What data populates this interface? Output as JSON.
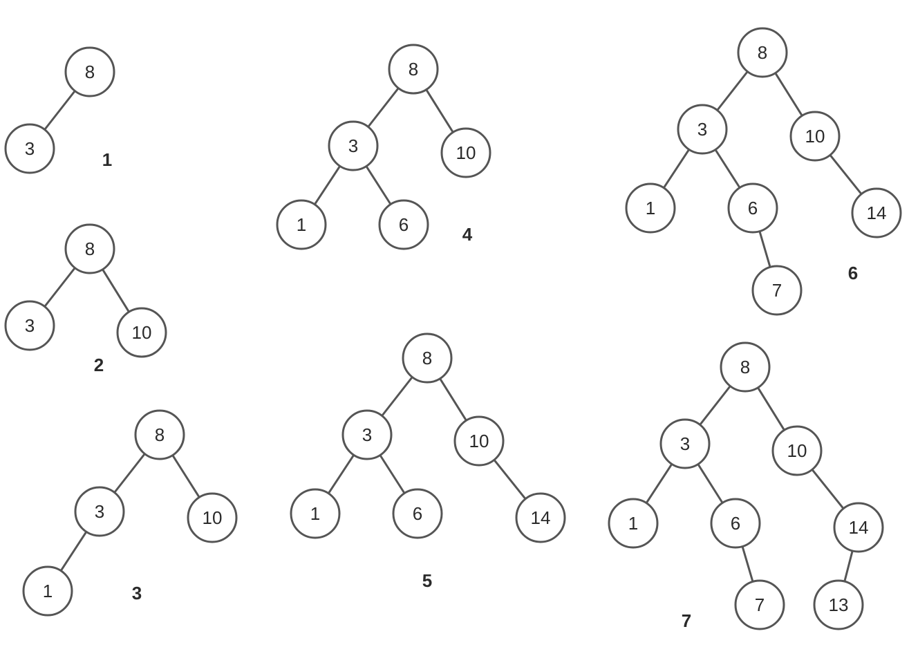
{
  "colors": {
    "stroke": "#555555",
    "text": "#2a2a2a",
    "background": "#ffffff",
    "node_fill": "#ffffff"
  },
  "trees": [
    {
      "step": "1",
      "nodes": [
        {
          "id": "a",
          "value": "8"
        },
        {
          "id": "b",
          "value": "3"
        }
      ],
      "edges": [
        [
          "a",
          "b"
        ]
      ]
    },
    {
      "step": "2",
      "nodes": [
        {
          "id": "a",
          "value": "8"
        },
        {
          "id": "b",
          "value": "3"
        },
        {
          "id": "c",
          "value": "10"
        }
      ],
      "edges": [
        [
          "a",
          "b"
        ],
        [
          "a",
          "c"
        ]
      ]
    },
    {
      "step": "3",
      "nodes": [
        {
          "id": "a",
          "value": "8"
        },
        {
          "id": "b",
          "value": "3"
        },
        {
          "id": "c",
          "value": "10"
        },
        {
          "id": "d",
          "value": "1"
        }
      ],
      "edges": [
        [
          "a",
          "b"
        ],
        [
          "a",
          "c"
        ],
        [
          "b",
          "d"
        ]
      ]
    },
    {
      "step": "4",
      "nodes": [
        {
          "id": "a",
          "value": "8"
        },
        {
          "id": "b",
          "value": "3"
        },
        {
          "id": "c",
          "value": "10"
        },
        {
          "id": "d",
          "value": "1"
        },
        {
          "id": "e",
          "value": "6"
        }
      ],
      "edges": [
        [
          "a",
          "b"
        ],
        [
          "a",
          "c"
        ],
        [
          "b",
          "d"
        ],
        [
          "b",
          "e"
        ]
      ]
    },
    {
      "step": "5",
      "nodes": [
        {
          "id": "a",
          "value": "8"
        },
        {
          "id": "b",
          "value": "3"
        },
        {
          "id": "c",
          "value": "10"
        },
        {
          "id": "d",
          "value": "1"
        },
        {
          "id": "e",
          "value": "6"
        },
        {
          "id": "f",
          "value": "14"
        }
      ],
      "edges": [
        [
          "a",
          "b"
        ],
        [
          "a",
          "c"
        ],
        [
          "b",
          "d"
        ],
        [
          "b",
          "e"
        ],
        [
          "c",
          "f"
        ]
      ]
    },
    {
      "step": "6",
      "nodes": [
        {
          "id": "a",
          "value": "8"
        },
        {
          "id": "b",
          "value": "3"
        },
        {
          "id": "c",
          "value": "10"
        },
        {
          "id": "d",
          "value": "1"
        },
        {
          "id": "e",
          "value": "6"
        },
        {
          "id": "f",
          "value": "14"
        },
        {
          "id": "g",
          "value": "7"
        }
      ],
      "edges": [
        [
          "a",
          "b"
        ],
        [
          "a",
          "c"
        ],
        [
          "b",
          "d"
        ],
        [
          "b",
          "e"
        ],
        [
          "c",
          "f"
        ],
        [
          "e",
          "g"
        ]
      ]
    },
    {
      "step": "7",
      "nodes": [
        {
          "id": "a",
          "value": "8"
        },
        {
          "id": "b",
          "value": "3"
        },
        {
          "id": "c",
          "value": "10"
        },
        {
          "id": "d",
          "value": "1"
        },
        {
          "id": "e",
          "value": "6"
        },
        {
          "id": "f",
          "value": "14"
        },
        {
          "id": "g",
          "value": "7"
        },
        {
          "id": "h",
          "value": "13"
        }
      ],
      "edges": [
        [
          "a",
          "b"
        ],
        [
          "a",
          "c"
        ],
        [
          "b",
          "d"
        ],
        [
          "b",
          "e"
        ],
        [
          "c",
          "f"
        ],
        [
          "e",
          "g"
        ],
        [
          "f",
          "h"
        ]
      ]
    }
  ]
}
